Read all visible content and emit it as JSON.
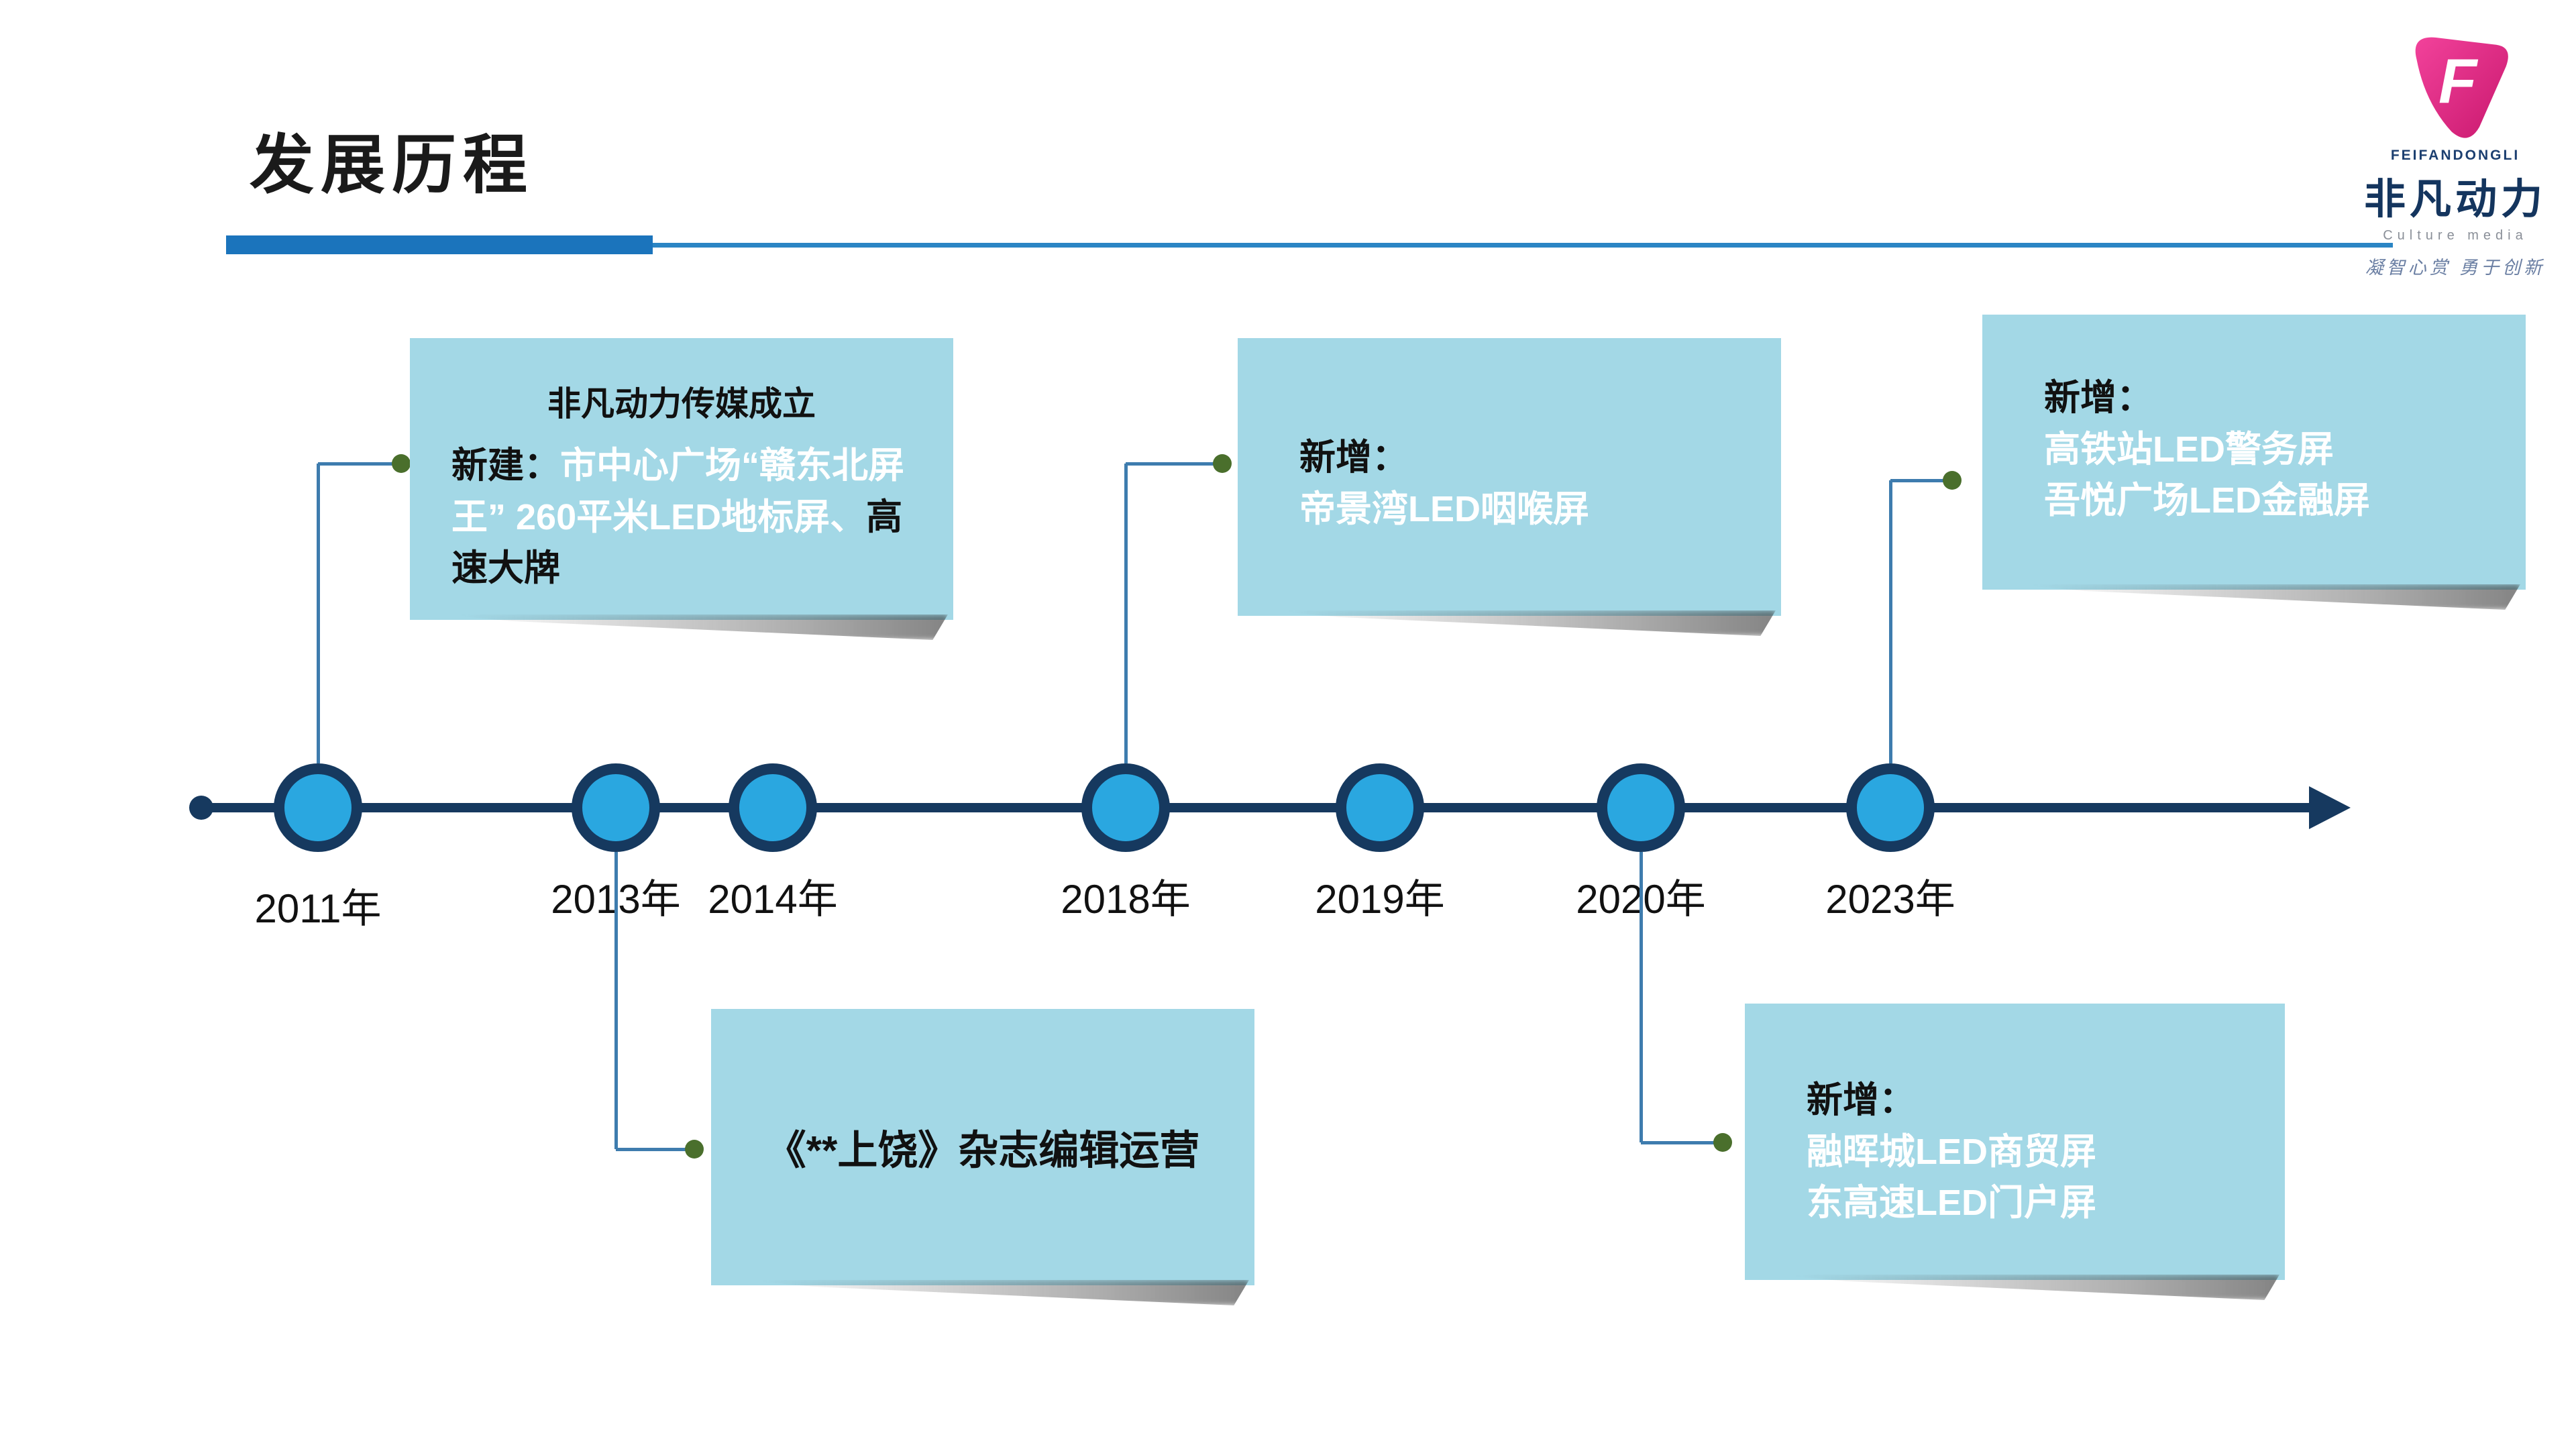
{
  "page": {
    "title": "发展历程"
  },
  "logo": {
    "letter": "F",
    "brand_en": "FEIFANDONGLI",
    "brand_cn": "非凡动力",
    "subtitle": "Culture media",
    "tagline": "凝智心赏 勇于创新"
  },
  "timeline": {
    "years": [
      "2011年",
      "2013年",
      "2014年",
      "2018年",
      "2019年",
      "2020年",
      "2023年"
    ]
  },
  "callouts": {
    "c2011": {
      "title": "非凡动力传媒成立",
      "prefix": "新建：",
      "highlight": "市中心广场“赣东北屏王” 260平米LED地标屏、",
      "suffix": "高速大牌"
    },
    "c2018": {
      "prefix": "新增：",
      "line1": "帝景湾LED咽喉屏"
    },
    "c2023": {
      "prefix": "新增：",
      "line1": "高铁站LED警务屏",
      "line2": "吾悦广场LED金融屏"
    },
    "c2013": {
      "text": "《**上饶》杂志编辑运营"
    },
    "c2020": {
      "prefix": "新增：",
      "line1": "融晖城LED商贸屏",
      "line2": "东高速LED门户屏"
    }
  }
}
